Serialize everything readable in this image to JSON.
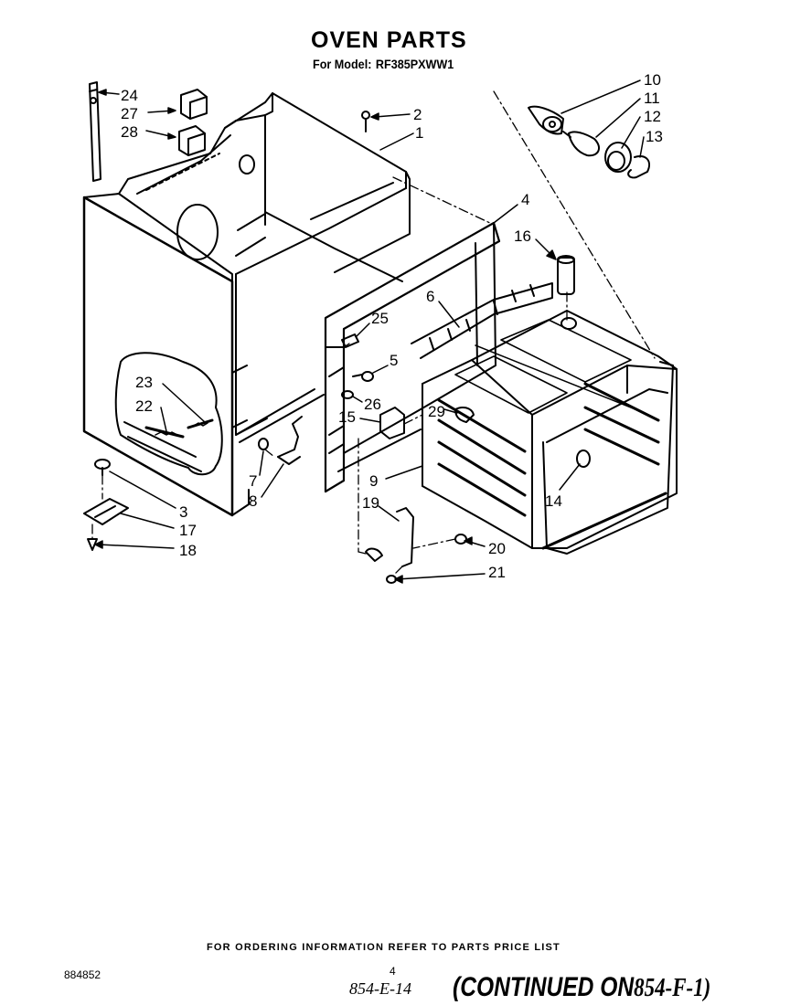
{
  "header": {
    "title": "OVEN PARTS",
    "model_label": "For Model:",
    "model_number": "RF385PXWW1"
  },
  "callouts": {
    "c1": "1",
    "c2": "2",
    "c3": "3",
    "c4": "4",
    "c5": "5",
    "c6": "6",
    "c7": "7",
    "c8": "8",
    "c9": "9",
    "c10": "10",
    "c11": "11",
    "c12": "12",
    "c13": "13",
    "c14": "14",
    "c15": "15",
    "c16": "16",
    "c17": "17",
    "c18": "18",
    "c19": "19",
    "c20": "20",
    "c21": "21",
    "c22": "22",
    "c23": "23",
    "c24": "24",
    "c25": "25",
    "c26": "26",
    "c27": "27",
    "c28": "28",
    "c29": "29"
  },
  "footer": {
    "ordering_note": "FOR ORDERING INFORMATION REFER TO PARTS PRICE LIST",
    "doc_number": "884852",
    "page_number": "4",
    "handwritten_ref": "854-E-14",
    "continued_label": "(CONTINUED ON",
    "continued_ref": "854-F-1)"
  }
}
